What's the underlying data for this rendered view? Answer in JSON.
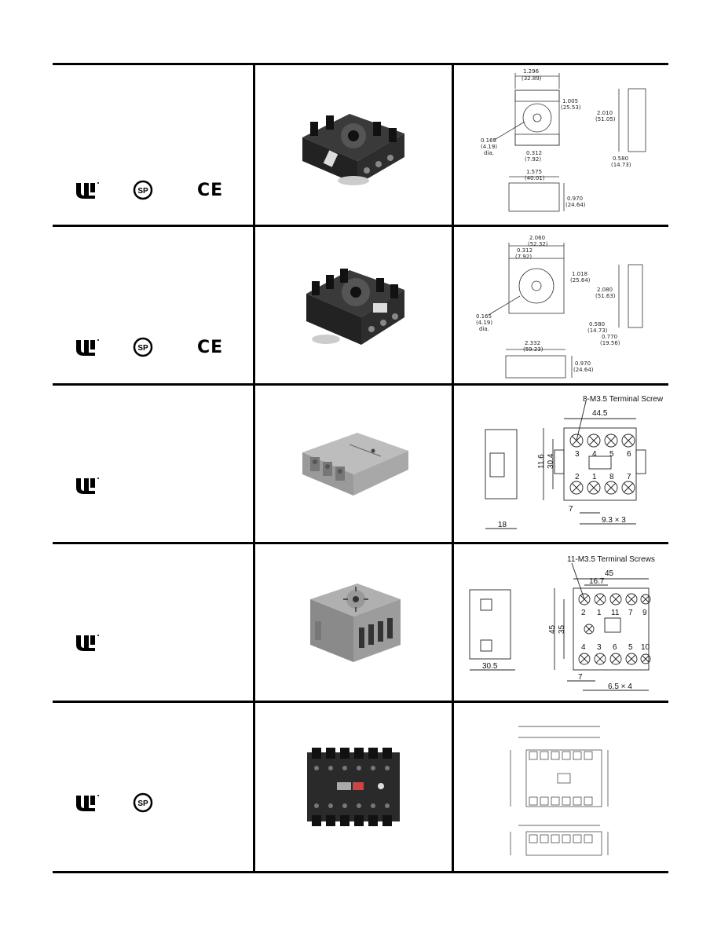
{
  "rows": [
    {
      "certifications": [
        "UL",
        "CSA",
        "CE"
      ],
      "drawing_labels": [
        "1.296",
        "(32.89)",
        "1.005",
        "(25.53)",
        "2.010",
        "(51.05)",
        "0.165",
        "(4.19)",
        "dia.",
        "0.312",
        "(7.92)",
        "0.580",
        "(14.73)",
        "1.575",
        "(40.01)",
        "0.970",
        "(24.64)"
      ]
    },
    {
      "certifications": [
        "UL",
        "CSA",
        "CE"
      ],
      "drawing_labels": [
        "2.060",
        "(52.32)",
        "0.312",
        "(7.92)",
        "1.018",
        "(25.64)",
        "2.080",
        "(51.63)",
        "0.165",
        "(4.19)",
        "dia.",
        "0.580",
        "(14.73)",
        "0.770",
        "(19.56)",
        "2.332",
        "(59.23)",
        "0.970",
        "(24.64)"
      ]
    },
    {
      "certifications": [
        "UL"
      ],
      "drawing_labels": [
        "8-M3.5 Terminal Screw",
        "44.5",
        "11.6",
        "30.4",
        "3",
        "4",
        "5",
        "6",
        "2",
        "1",
        "8",
        "7",
        "7",
        "9.3 × 3",
        "18"
      ]
    },
    {
      "certifications": [
        "UL"
      ],
      "drawing_labels": [
        "11-M3.5 Terminal Screws",
        "45",
        "16.7",
        "2",
        "1",
        "11",
        "7",
        "9",
        "45",
        "35",
        "4",
        "3",
        "6",
        "5",
        "10",
        "7",
        "6.5 × 4",
        "30.5"
      ]
    },
    {
      "certifications": [
        "UL",
        "CSA"
      ],
      "drawing_labels": []
    }
  ]
}
